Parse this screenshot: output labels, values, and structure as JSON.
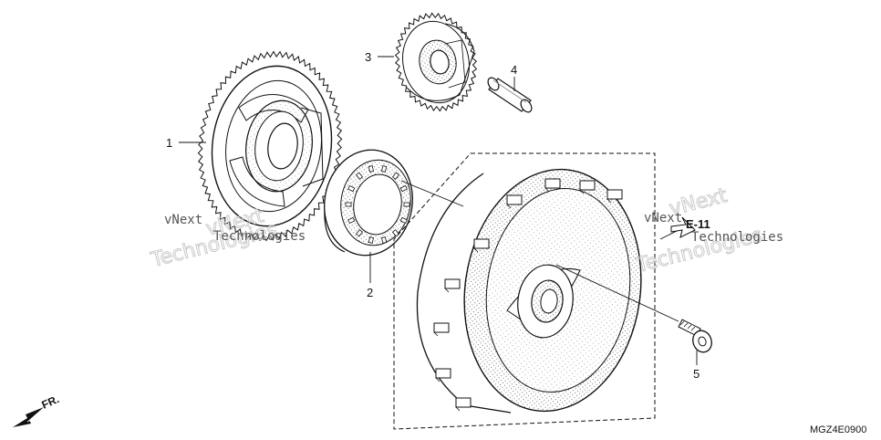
{
  "diagram": {
    "callouts": [
      {
        "id": "1",
        "label": "1"
      },
      {
        "id": "2",
        "label": "2"
      },
      {
        "id": "3",
        "label": "3"
      },
      {
        "id": "4",
        "label": "4"
      },
      {
        "id": "5",
        "label": "5"
      }
    ],
    "reference": "E-11",
    "direction": "FR.",
    "drawing_code": "MGZ4E0900",
    "watermark": {
      "line1": "vNext",
      "line2": "Technologies"
    }
  }
}
